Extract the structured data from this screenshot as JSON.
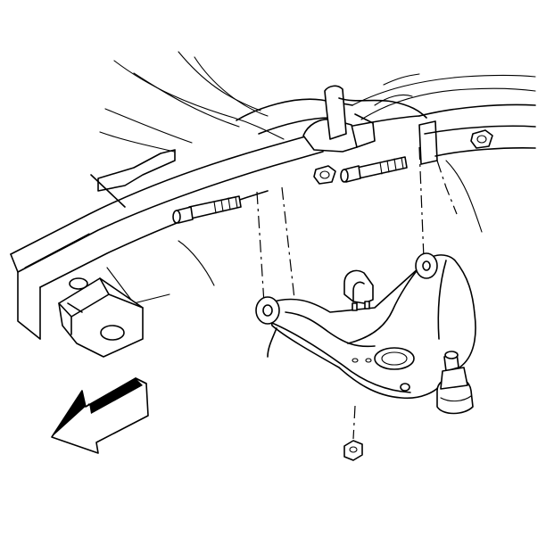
{
  "figure": {
    "background": "#ffffff",
    "ink": "#000000",
    "parts": [
      "frame-rail",
      "frame-crossmember",
      "upper-bracket",
      "control-arm-front-bushing",
      "control-arm-rear-bushing",
      "front-pivot-bolt",
      "rear-pivot-bolt",
      "front-pivot-nut",
      "rear-pivot-nut",
      "lower-control-arm",
      "ball-joint",
      "bumper-stop",
      "bumper-nut",
      "front-direction-arrow"
    ]
  }
}
